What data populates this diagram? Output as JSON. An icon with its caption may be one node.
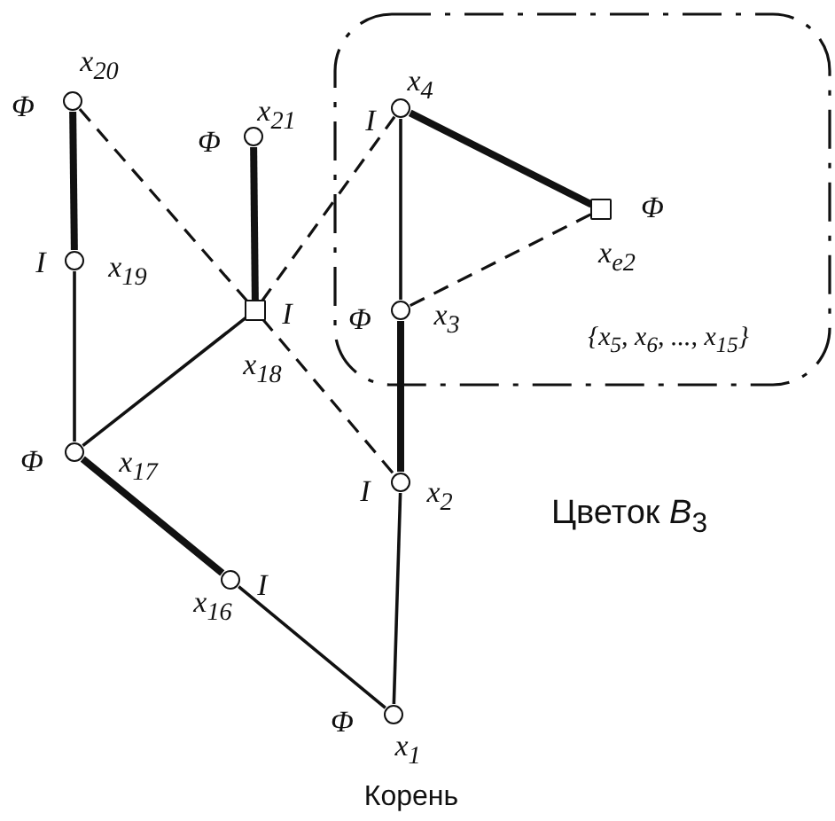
{
  "diagram": {
    "nodes": [
      {
        "text": [
          "{x$_{5}$, x$_{6}$, ..., x$_{15}$}"
        ],
        "beside": [
          "Цветок *B*$_{3}$"
        ]
      },
      {
        "text": [],
        "shape": "circle",
        "beside": [
          "x$_{20}$",
          "Φ"
        ]
      },
      {
        "text": [],
        "shape": "circle",
        "beside": [
          "x$_{21}$",
          "Φ"
        ]
      },
      {
        "text": [],
        "shape": "circle",
        "in": 0,
        "beside": [
          "x$_{4}$",
          "I"
        ]
      },
      {
        "text": [],
        "shape": "box",
        "in": 0,
        "beside": [
          "x$_{e2}$",
          "Φ"
        ]
      },
      {
        "text": [],
        "shape": "circle",
        "beside": [
          "I",
          "x$_{19}$"
        ]
      },
      {
        "text": [],
        "shape": "box",
        "beside": [
          "I",
          "x$_{18}$"
        ]
      },
      {
        "text": [],
        "shape": "circle",
        "in": 0,
        "beside": [
          "Φ",
          "x$_{3}$"
        ]
      },
      {
        "text": [],
        "shape": "circle",
        "beside": [
          "Φ",
          "x$_{17}$"
        ]
      },
      {
        "text": [],
        "shape": "circle",
        "beside": [
          "I",
          "x$_{2}$"
        ]
      },
      {
        "text": [],
        "shape": "circle",
        "beside": [
          "x$_{16}$",
          "I"
        ]
      },
      {
        "text": [],
        "shape": "circle",
        "beside": [
          "Φ",
          "x$_{1}$",
          "Корень"
        ]
      }
    ],
    "edges": [
      {
        "from": 1,
        "to": 5,
        "arrow": "none",
        "style": "thick"
      },
      {
        "from": 5,
        "to": 8,
        "arrow": "none"
      },
      {
        "from": 1,
        "to": 6,
        "arrow": "none",
        "style": "dashed"
      },
      {
        "from": 6,
        "to": 9,
        "arrow": "none",
        "style": "dashed"
      },
      {
        "from": 2,
        "to": 6,
        "arrow": "none",
        "style": "thick"
      },
      {
        "from": 6,
        "to": 3,
        "arrow": "none",
        "style": "dashed"
      },
      {
        "from": 6,
        "to": 8,
        "arrow": "none"
      },
      {
        "from": 3,
        "to": 4,
        "arrow": "none",
        "style": "thick"
      },
      {
        "from": 3,
        "to": 7,
        "arrow": "none"
      },
      {
        "from": 7,
        "to": 4,
        "arrow": "none",
        "style": "dashed"
      },
      {
        "from": 7,
        "to": 9,
        "arrow": "none",
        "style": "thick"
      },
      {
        "from": 9,
        "to": 11,
        "arrow": "none"
      },
      {
        "from": 8,
        "to": 10,
        "arrow": "none",
        "style": "thick"
      },
      {
        "from": 10,
        "to": 11,
        "arrow": "none"
      }
    ]
  }
}
